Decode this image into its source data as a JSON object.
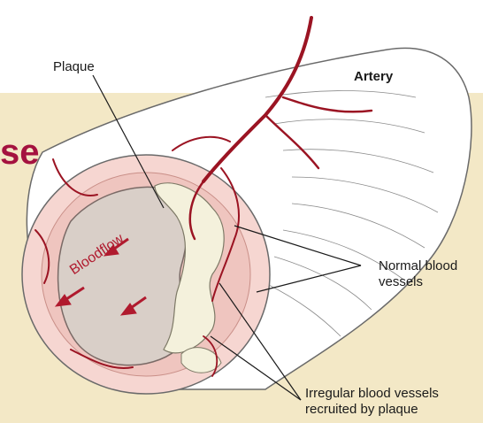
{
  "title_fragment": "se",
  "labels": {
    "plaque": "Plaque",
    "artery": "Artery",
    "normal_vessels": "Normal blood vessels",
    "irregular_vessels": "Irregular blood vessels recruited by plaque",
    "bloodflow": "Bloodflow"
  },
  "colors": {
    "panel": "#f3e8c6",
    "title": "#a4123f",
    "vessel": "#9b1423",
    "artery_wall": "#f6d6d1",
    "plaque": "#f4f1dc",
    "lumen": "#d9cfc8",
    "arrow": "#b01a2e"
  },
  "icons": [
    "bloodflow-arrow-icon"
  ]
}
